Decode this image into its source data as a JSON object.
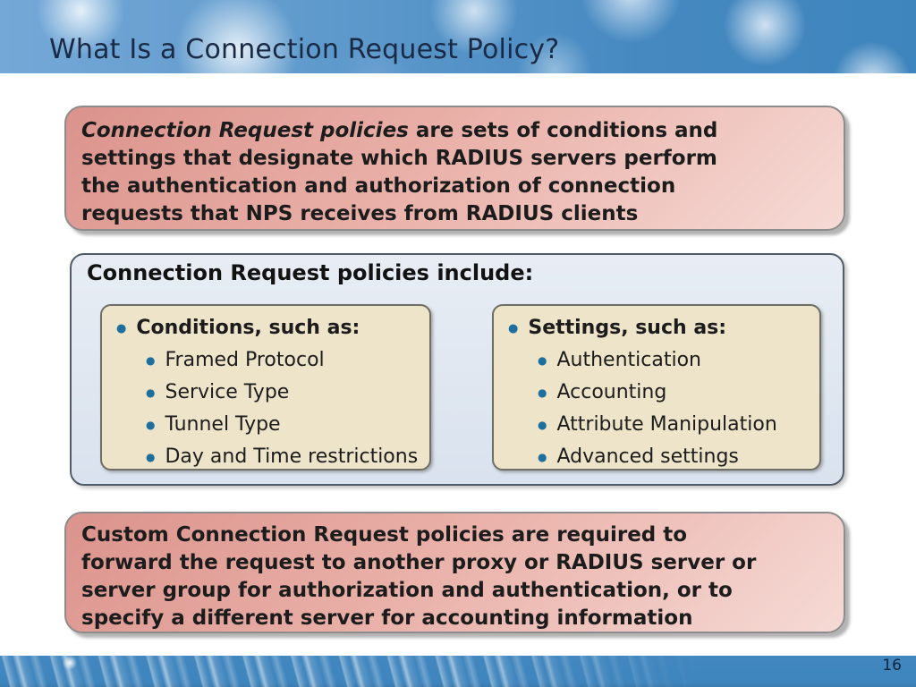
{
  "header": {
    "title": "What Is a Connection Request Policy?"
  },
  "callout1": {
    "lines": [
      {
        "lead": "Connection Request policies",
        "rest": " are sets of conditions and"
      },
      {
        "rest": "settings that designate which RADIUS servers perform"
      },
      {
        "rest": "the authentication and authorization of connection"
      },
      {
        "rest": "requests that NPS receives from RADIUS clients"
      }
    ]
  },
  "include_box": {
    "heading": "Connection Request policies include:",
    "conditions": {
      "heading": "Conditions, such as:",
      "items": [
        "Framed Protocol",
        "Service Type",
        "Tunnel Type",
        "Day and Time restrictions"
      ]
    },
    "settings": {
      "heading": "Settings, such as:",
      "items": [
        "Authentication",
        "Accounting",
        "Attribute Manipulation",
        "Advanced settings"
      ]
    }
  },
  "callout2": {
    "lines": [
      "Custom Connection Request policies are required to",
      "forward the request to another proxy or RADIUS server or",
      "server group for authorization and authentication, or to",
      "specify a different server for accounting information"
    ]
  },
  "footer": {
    "page_number": "16"
  },
  "glyphs": {
    "bullet": "●"
  },
  "colors": {
    "band_blue": "#4689c1",
    "footer_blue": "#3f85bd",
    "title_text": "#1b2a44",
    "callout_pink_dark": "#db938c",
    "callout_pink_light": "#f6dad5",
    "include_box_fill": "#dde4ee",
    "tan_box_fill": "#ede4c9",
    "bullet_teal": "#1e6f9e",
    "body_text": "#1c1c1c"
  }
}
